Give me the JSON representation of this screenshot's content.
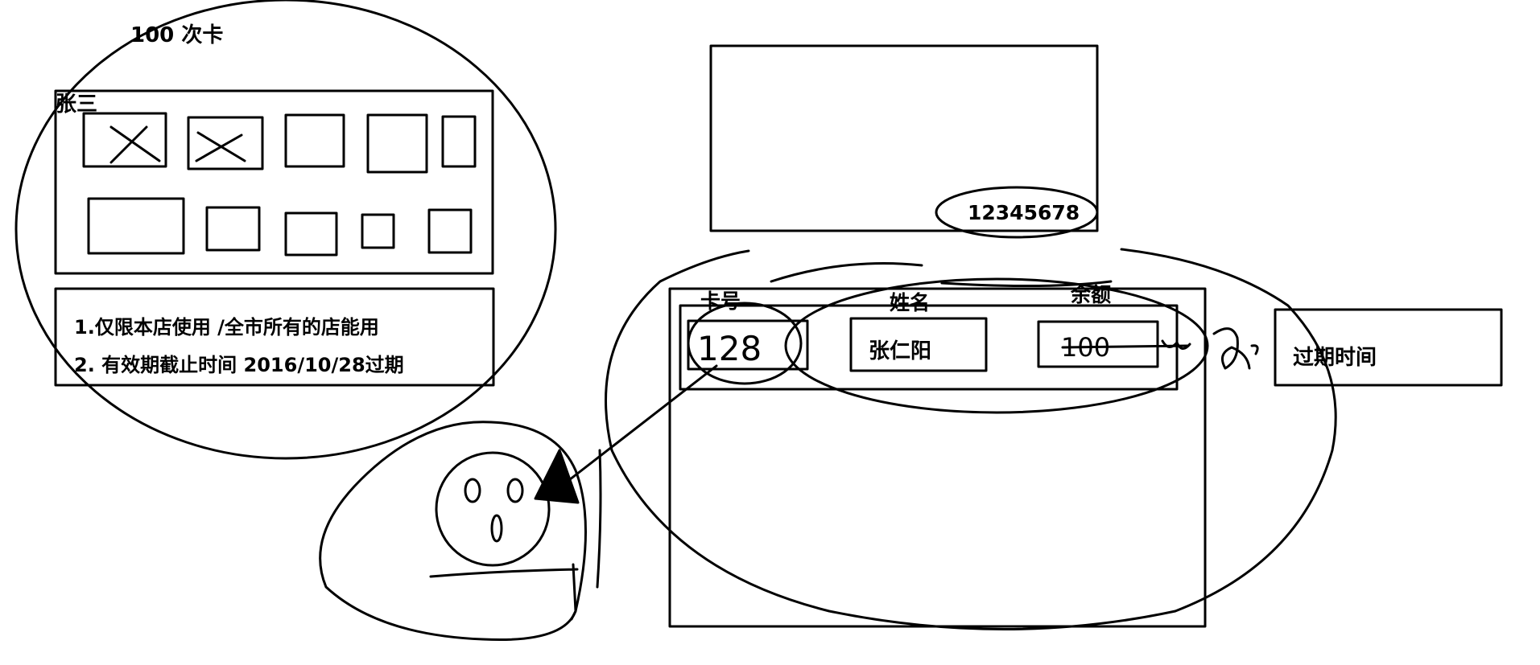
{
  "card": {
    "title": "100 次卡",
    "holder_name": "张三",
    "rules": [
      "1.仅限本店使用 /全市所有的店能用",
      "2. 有效期截止时间 2016/10/28过期"
    ]
  },
  "card_display": {
    "card_number": "12345678"
  },
  "record": {
    "card_no_label": "卡号",
    "card_no_value": "128",
    "name_label": "姓名",
    "name_value": "张仁阳",
    "balance_label": "余额",
    "balance_value": "100",
    "expiry_label": "过期时间"
  }
}
